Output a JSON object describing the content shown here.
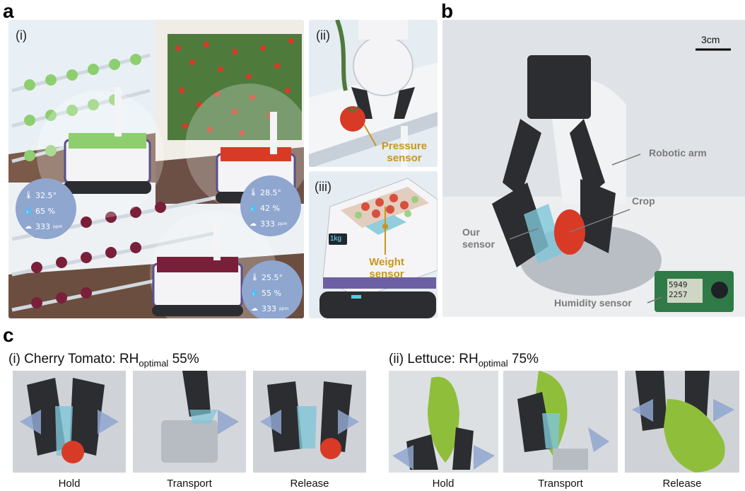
{
  "panels": {
    "a": "a",
    "b": "b",
    "c": "c"
  },
  "panel_a": {
    "sub_i": "(i)",
    "sub_ii": "(ii)",
    "sub_iii": "(iii)",
    "badges": [
      {
        "temp": "32.5°",
        "humidity": "65 %",
        "co2": "333",
        "co2_unit": "ppm"
      },
      {
        "temp": "28.5°",
        "humidity": "42 %",
        "co2": "333",
        "co2_unit": "ppm"
      },
      {
        "temp": "25.5°",
        "humidity": "55 %",
        "co2": "333",
        "co2_unit": "ppm"
      }
    ],
    "pressure_label_1": "Pressure",
    "pressure_label_2": "sensor",
    "weight_label_1": "Weight",
    "weight_label_2": "sensor",
    "scale_display": "1kg"
  },
  "panel_b": {
    "scale_bar": "3cm",
    "robotic_arm": "Robotic arm",
    "crop": "Crop",
    "our_sensor_1": "Our",
    "our_sensor_2": "sensor",
    "humidity_sensor": "Humidity sensor",
    "display_1": "5949",
    "display_2": "2257"
  },
  "panel_c": {
    "group_i_prefix": "(i) Cherry Tomato: RH",
    "group_i_sub": "optimal",
    "group_i_value": " 55%",
    "group_ii_prefix": "(ii) Lettuce: RH",
    "group_ii_sub": "optimal",
    "group_ii_value": " 75%",
    "captions": [
      "Hold",
      "Transport",
      "Release",
      "Hold",
      "Transport",
      "Release"
    ]
  },
  "colors": {
    "badge": "#8fa6cf",
    "gold": "#c8961e",
    "arrow": "#8fa6cf",
    "tomato": "#d93a26",
    "lettuce": "#8fbf3a",
    "gripper": "#2b2d30"
  }
}
